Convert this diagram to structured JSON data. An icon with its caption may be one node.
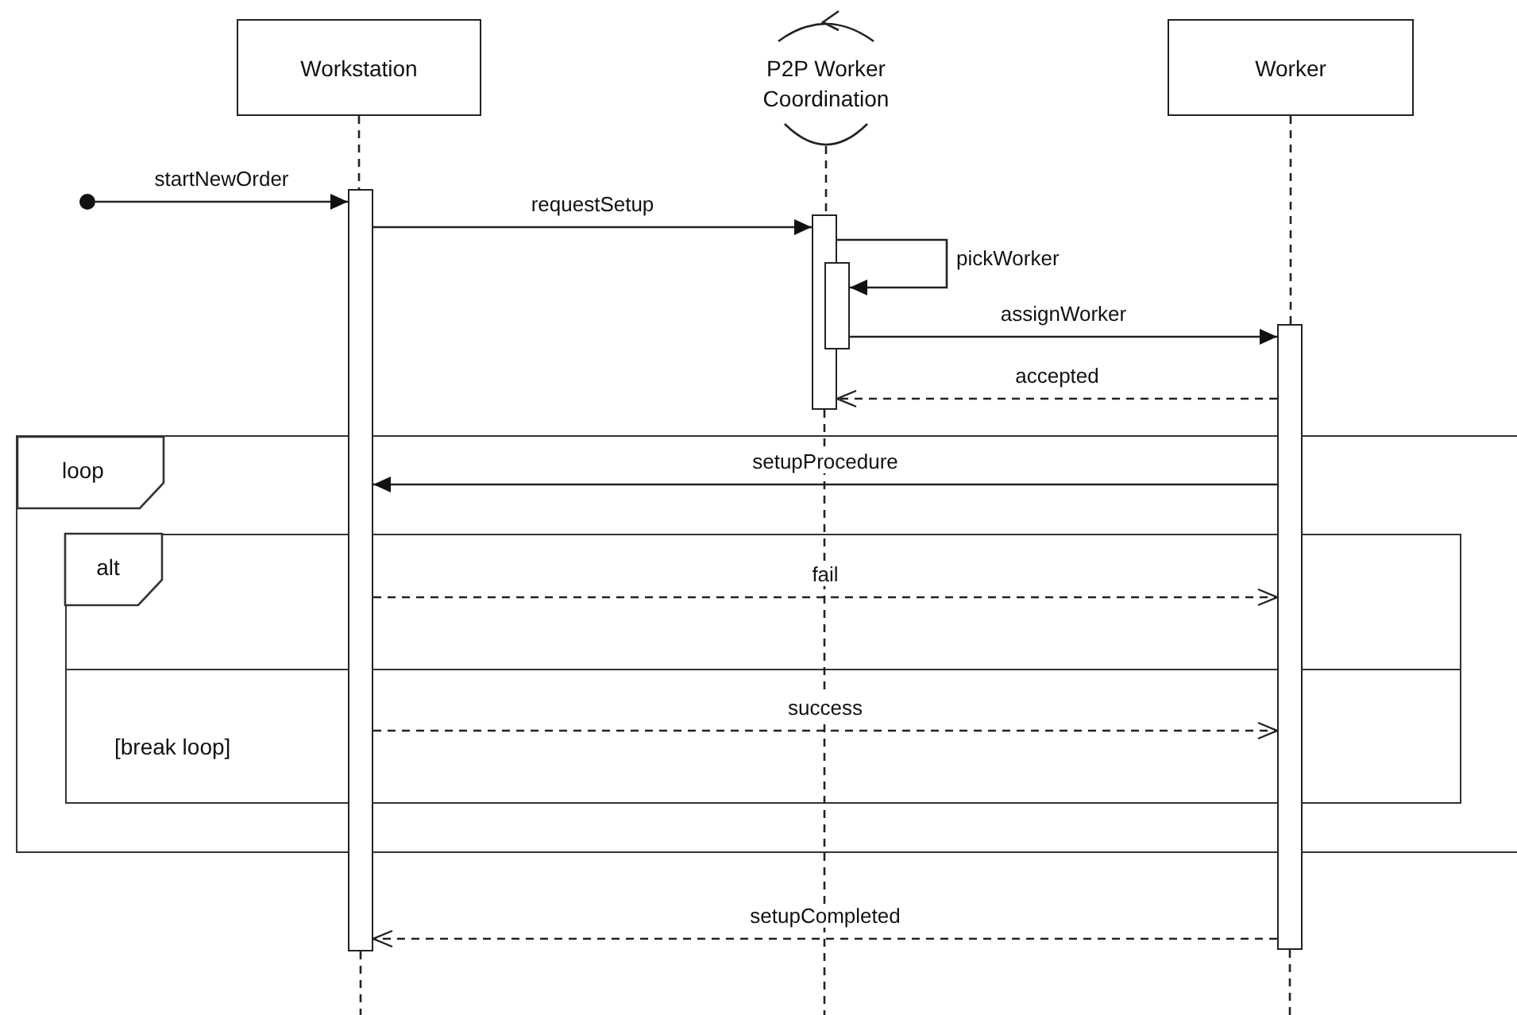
{
  "diagram": {
    "nodes": [
      {
        "text": [
          "Workstation"
        ]
      },
      {
        "text": [
          "P2P Worker Coordination"
        ]
      },
      {
        "text": [
          "Worker"
        ]
      },
      {
        "text": [],
        "shape": "circle"
      },
      {
        "text": [],
        "shape": "bar"
      },
      {
        "text": [],
        "shape": "bar"
      },
      {
        "text": [],
        "shape": "bar"
      },
      {
        "text": [],
        "shape": "bar"
      },
      {
        "text": [
          "loop"
        ]
      },
      {
        "text": [
          "alt"
        ],
        "in": 8
      }
    ],
    "labels": [
      "[break loop]"
    ],
    "edges": [
      {
        "from": 0,
        "to": 4,
        "arrow": "none",
        "style": "dashed"
      },
      {
        "from": 1,
        "to": 5,
        "arrow": "none",
        "style": "dashed"
      },
      {
        "from": 2,
        "to": 7,
        "arrow": "none",
        "style": "dashed"
      },
      {
        "from": 4,
        "to": null,
        "arrow": "none",
        "style": "dashed"
      },
      {
        "from": 5,
        "to": null,
        "arrow": "none",
        "style": "dashed"
      },
      {
        "from": 7,
        "to": null,
        "arrow": "none",
        "style": "dashed"
      },
      {
        "from": 3,
        "to": 4,
        "arrow": "to",
        "label": "startNewOrder"
      },
      {
        "from": 4,
        "to": 5,
        "arrow": "to",
        "label": "requestSetup"
      },
      {
        "from": 5,
        "to": 6,
        "arrow": "to",
        "label": "pickWorker"
      },
      {
        "from": 6,
        "to": 7,
        "arrow": "to",
        "label": "assignWorker"
      },
      {
        "from": 7,
        "to": 5,
        "arrow": "to",
        "label": "accepted",
        "style": "dashed"
      },
      {
        "from": 7,
        "to": 4,
        "arrow": "to",
        "label": "setupProcedure"
      },
      {
        "from": 4,
        "to": 7,
        "arrow": "to",
        "label": "fail",
        "style": "dashed"
      },
      {
        "from": 4,
        "to": 7,
        "arrow": "to",
        "label": "success",
        "style": "dashed"
      },
      {
        "from": 7,
        "to": 4,
        "arrow": "to",
        "label": "setupCompleted",
        "style": "dashed"
      }
    ]
  }
}
